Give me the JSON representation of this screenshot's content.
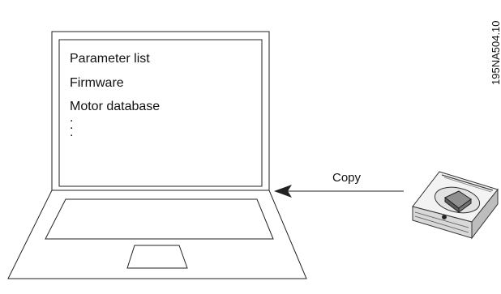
{
  "screen": {
    "lines": [
      "Parameter list",
      "Firmware",
      "Motor database"
    ],
    "ellipsis": ".\n.\n."
  },
  "arrow": {
    "label": "Copy"
  },
  "document_number": "195NA504.10"
}
